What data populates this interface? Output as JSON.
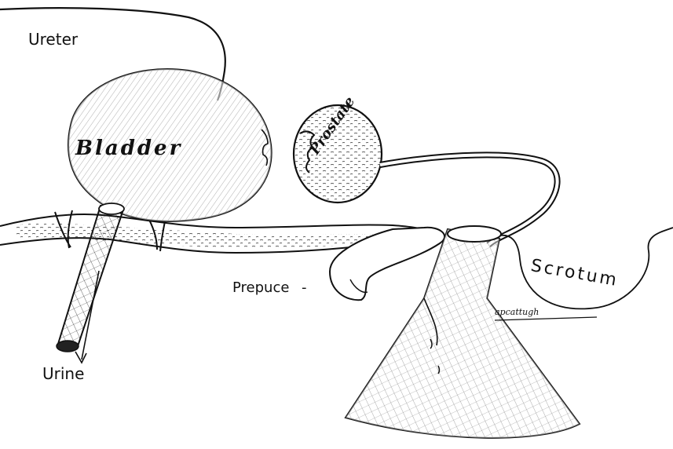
{
  "labels": {
    "ureter": "Ureter",
    "bladder": "Bladder",
    "prostate": "Prostate",
    "prepuce": "Prepuce",
    "scrotum": "Scrotum",
    "urine": "Urine"
  },
  "signature": "apcattugh",
  "colors": {
    "ink": "#111111",
    "paper": "#ffffff"
  }
}
